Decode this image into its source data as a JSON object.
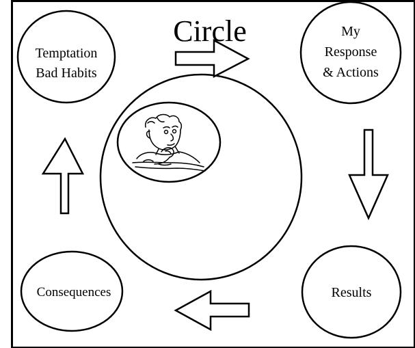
{
  "title": "Circle",
  "nodes": {
    "temptation": {
      "lines": [
        "Temptation",
        "Bad Habits"
      ]
    },
    "response": {
      "lines": [
        "My",
        "Response",
        "& Actions"
      ]
    },
    "results": {
      "lines": [
        "Results"
      ]
    },
    "consequences": {
      "lines": [
        "Consequences"
      ]
    }
  },
  "colors": {
    "stroke": "#000000",
    "fill": "#ffffff",
    "skin": "#ffffff"
  },
  "icons": {
    "center": "thinking-man-icon"
  }
}
